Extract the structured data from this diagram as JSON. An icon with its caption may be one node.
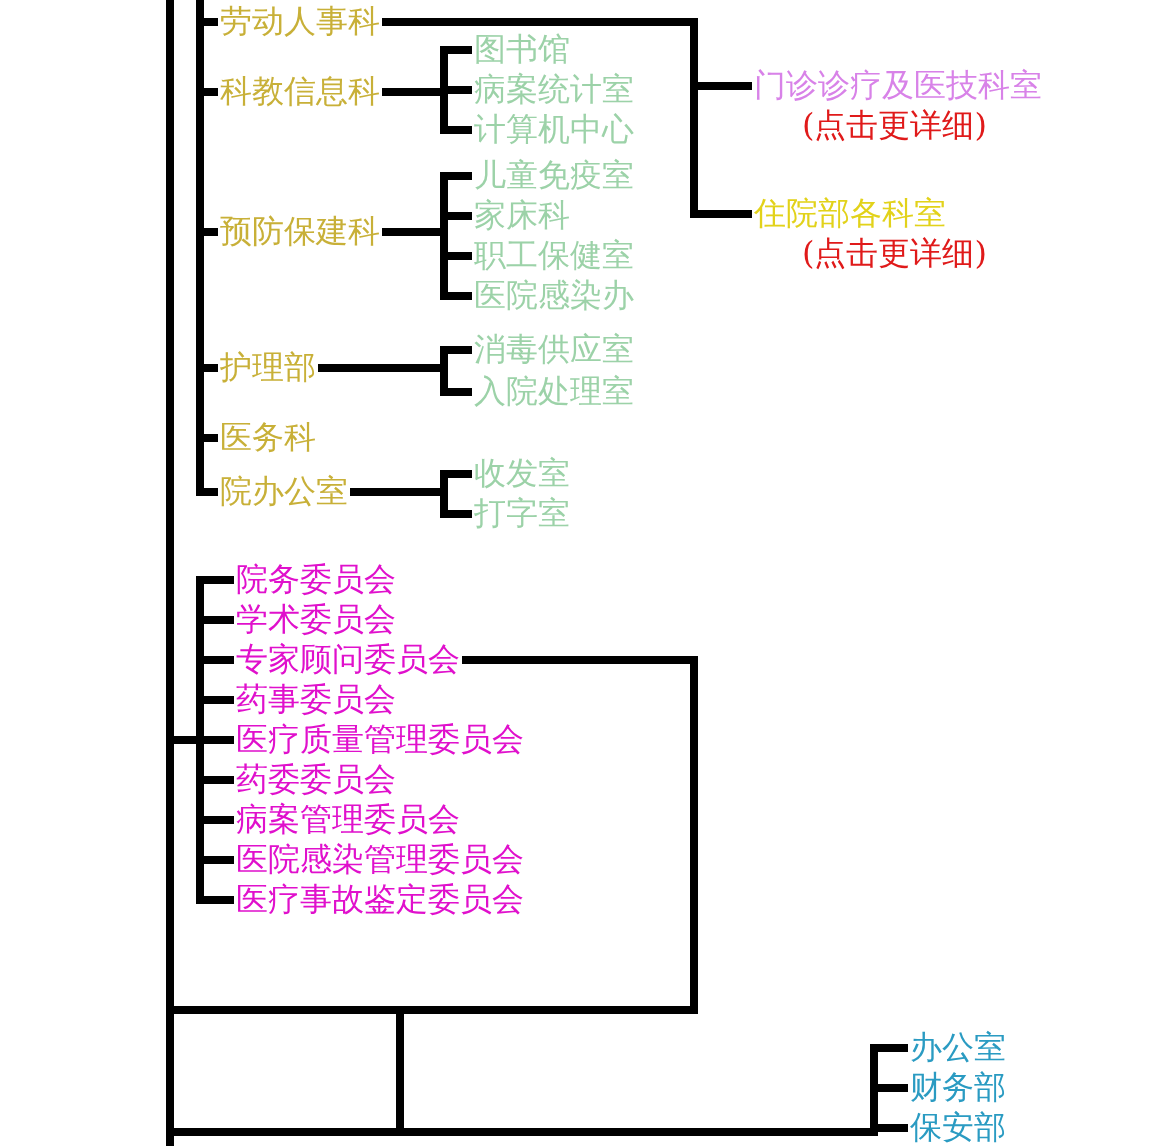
{
  "diagram": {
    "nodes": [
      {
        "text": [
          "劳动人事科"
        ]
      },
      {
        "text": [
          "科教信息科"
        ]
      },
      {
        "text": [
          "图书馆"
        ]
      },
      {
        "text": [
          "病案统计室"
        ]
      },
      {
        "text": [
          "计算机中心"
        ]
      },
      {
        "text": [
          "预防保建科"
        ]
      },
      {
        "text": [
          "儿童免疫室"
        ]
      },
      {
        "text": [
          "家床科"
        ]
      },
      {
        "text": [
          "职工保健室"
        ]
      },
      {
        "text": [
          "医院感染办"
        ]
      },
      {
        "text": [
          "护理部"
        ]
      },
      {
        "text": [
          "消毒供应室"
        ]
      },
      {
        "text": [
          "入院处理室"
        ]
      },
      {
        "text": [
          "医务科"
        ]
      },
      {
        "text": [
          "院办公室"
        ]
      },
      {
        "text": [
          "收发室"
        ]
      },
      {
        "text": [
          "打字室"
        ]
      },
      {
        "text": [
          "门诊诊疗及医技科室"
        ],
        "beside": [
          "(点击更详细)"
        ]
      },
      {
        "text": [
          "住院部各科室"
        ],
        "beside": [
          "(点击更详细)"
        ]
      },
      {
        "text": [
          "院务委员会"
        ]
      },
      {
        "text": [
          "学术委员会"
        ]
      },
      {
        "text": [
          "专家顾问委员会"
        ]
      },
      {
        "text": [
          "药事委员会"
        ]
      },
      {
        "text": [
          "医疗质量管理委员会"
        ]
      },
      {
        "text": [
          "药委委员会"
        ]
      },
      {
        "text": [
          "病案管理委员会"
        ]
      },
      {
        "text": [
          "医院感染管理委员会"
        ]
      },
      {
        "text": [
          "医疗事故鉴定委员会"
        ]
      },
      {
        "text": [
          "办公室"
        ]
      },
      {
        "text": [
          "财务部"
        ]
      },
      {
        "text": [
          "保安部"
        ]
      }
    ],
    "edges": [
      {
        "from": null,
        "to": 0,
        "arrow": "none"
      },
      {
        "from": 0,
        "to": 1,
        "arrow": "none"
      },
      {
        "from": 0,
        "to": 5,
        "arrow": "none"
      },
      {
        "from": 0,
        "to": 10,
        "arrow": "none"
      },
      {
        "from": 0,
        "to": 13,
        "arrow": "none"
      },
      {
        "from": 0,
        "to": 14,
        "arrow": "none"
      },
      {
        "from": 1,
        "to": 2,
        "arrow": "none"
      },
      {
        "from": 1,
        "to": 3,
        "arrow": "none"
      },
      {
        "from": 1,
        "to": 4,
        "arrow": "none"
      },
      {
        "from": 5,
        "to": 6,
        "arrow": "none"
      },
      {
        "from": 5,
        "to": 7,
        "arrow": "none"
      },
      {
        "from": 5,
        "to": 8,
        "arrow": "none"
      },
      {
        "from": 5,
        "to": 9,
        "arrow": "none"
      },
      {
        "from": 10,
        "to": 11,
        "arrow": "none"
      },
      {
        "from": 10,
        "to": 12,
        "arrow": "none"
      },
      {
        "from": 14,
        "to": 15,
        "arrow": "none"
      },
      {
        "from": 14,
        "to": 16,
        "arrow": "none"
      },
      {
        "from": null,
        "to": 19,
        "arrow": "none"
      },
      {
        "from": null,
        "to": 20,
        "arrow": "none"
      },
      {
        "from": null,
        "to": 21,
        "arrow": "none"
      },
      {
        "from": null,
        "to": 22,
        "arrow": "none"
      },
      {
        "from": null,
        "to": 23,
        "arrow": "none"
      },
      {
        "from": null,
        "to": 24,
        "arrow": "none"
      },
      {
        "from": null,
        "to": 25,
        "arrow": "none"
      },
      {
        "from": null,
        "to": 26,
        "arrow": "none"
      },
      {
        "from": null,
        "to": 27,
        "arrow": "none"
      },
      {
        "from": 0,
        "to": 17,
        "arrow": "none"
      },
      {
        "from": 0,
        "to": 18,
        "arrow": "none"
      },
      {
        "from": 21,
        "to": 28,
        "arrow": "none"
      },
      {
        "from": 21,
        "to": 29,
        "arrow": "none"
      },
      {
        "from": 21,
        "to": 30,
        "arrow": "none"
      },
      {
        "from": null,
        "to": 28,
        "arrow": "none"
      },
      {
        "from": null,
        "to": 29,
        "arrow": "none"
      },
      {
        "from": null,
        "to": 30,
        "arrow": "none"
      }
    ]
  }
}
